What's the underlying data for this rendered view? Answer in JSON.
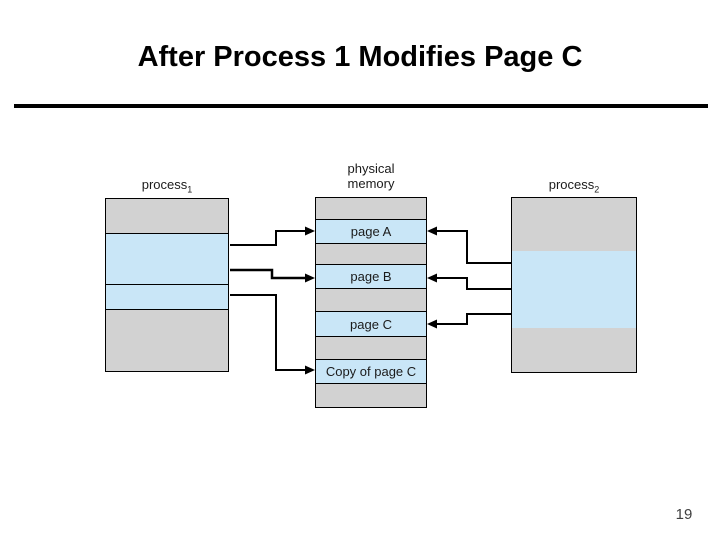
{
  "slide": {
    "title": "After Process 1 Modifies Page C",
    "page_number": "19"
  },
  "diagram": {
    "columns": {
      "process1": {
        "label": "process",
        "subscript": "1"
      },
      "physical_memory": {
        "label_line1": "physical",
        "label_line2": "memory"
      },
      "process2": {
        "label": "process",
        "subscript": "2"
      }
    },
    "memory_blocks": [
      "page A",
      "page B",
      "page C",
      "Copy of page C"
    ],
    "colors": {
      "block_gray": "#d2d2d2",
      "block_blue": "#c9e6f7",
      "outline": "#000000",
      "title_text": "#000000",
      "page_number_gray": "#3f3f3f"
    }
  }
}
